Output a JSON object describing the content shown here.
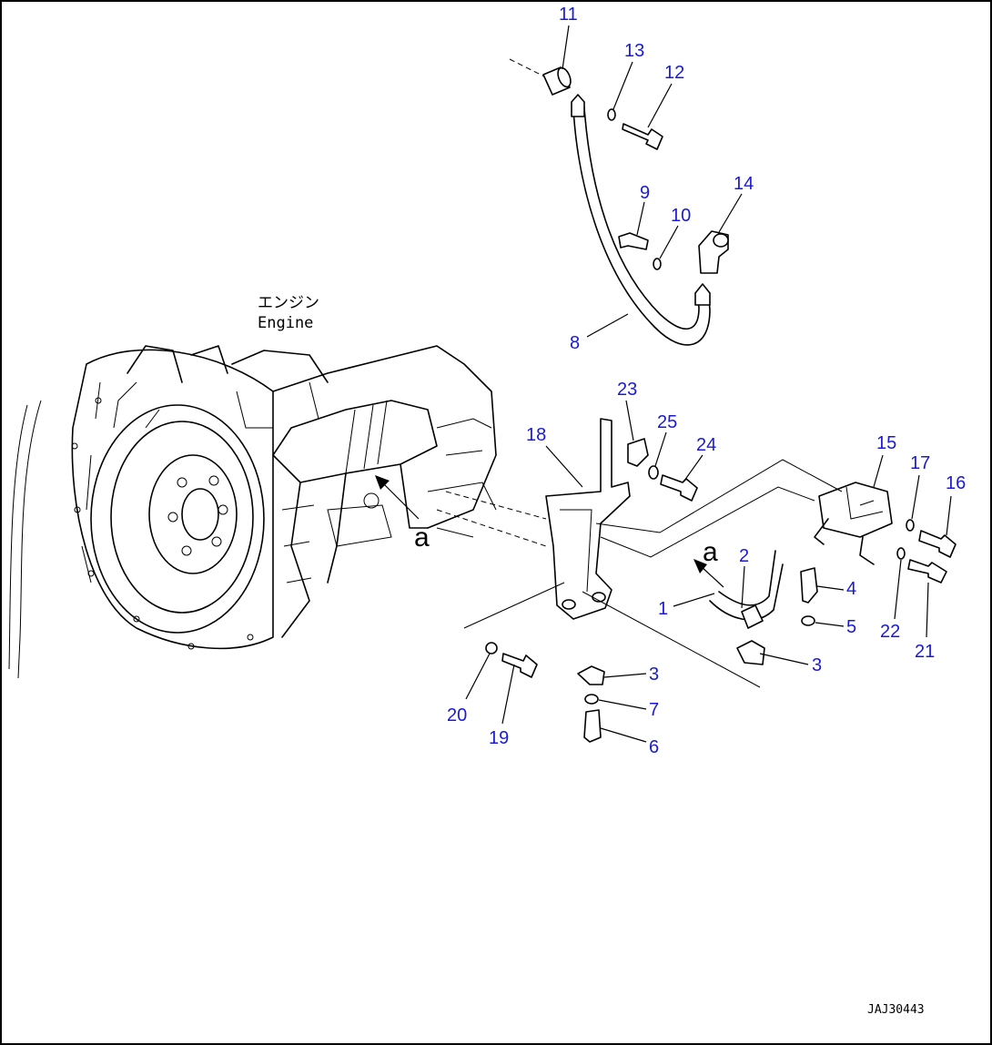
{
  "engine_label": {
    "japanese": "エンジン",
    "english": "Engine"
  },
  "view_marker": "a",
  "figure_code": "JAJ30443",
  "callouts": [
    "11",
    "13",
    "12",
    "9",
    "10",
    "14",
    "8",
    "23",
    "25",
    "24",
    "18",
    "15",
    "17",
    "16",
    "2",
    "4",
    "5",
    "22",
    "21",
    "1",
    "3",
    "3",
    "7",
    "6",
    "20",
    "19"
  ],
  "colors": {
    "callout": "#1a1ad6",
    "line": "#000000",
    "background": "#ffffff"
  }
}
